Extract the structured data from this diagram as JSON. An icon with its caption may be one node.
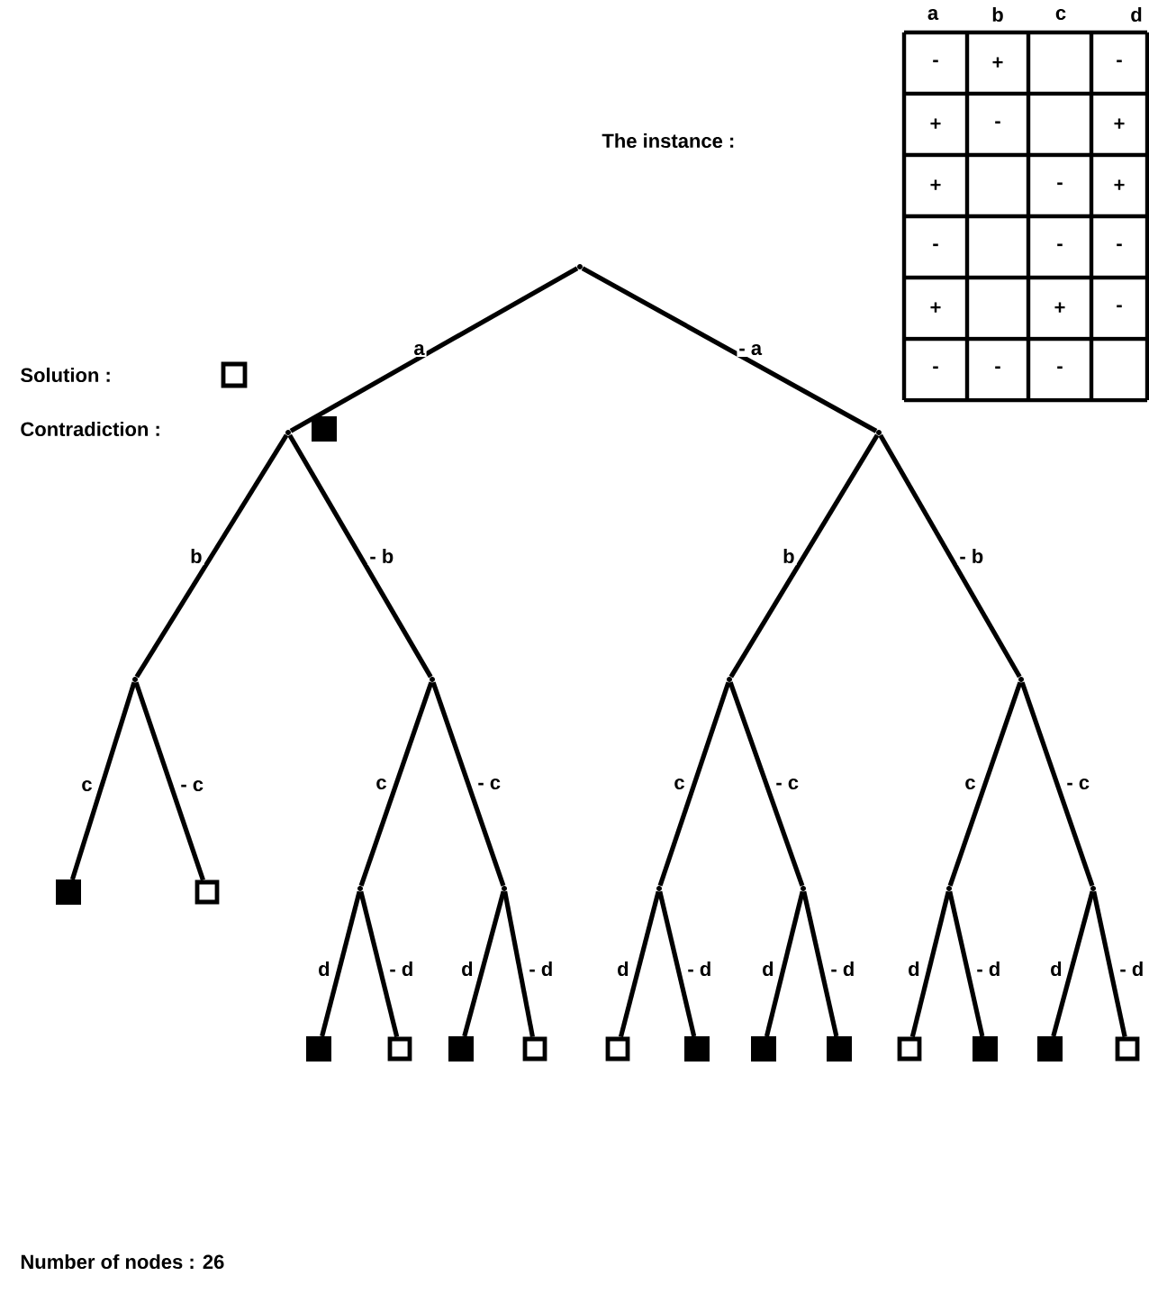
{
  "diagram": {
    "nodes": [
      {
        "text": [],
        "shape": "dot"
      },
      {
        "text": [],
        "shape": "dot"
      },
      {
        "text": [],
        "shape": "dot"
      },
      {
        "text": [],
        "shape": "dot"
      },
      {
        "text": [],
        "shape": "dot"
      },
      {
        "text": [],
        "shape": "dot"
      },
      {
        "text": [],
        "shape": "dot"
      },
      {
        "text": [],
        "shape": "filled-box"
      },
      {
        "text": [],
        "shape": "box"
      },
      {
        "text": [],
        "shape": "dot"
      },
      {
        "text": [],
        "shape": "dot"
      },
      {
        "text": [],
        "shape": "dot"
      },
      {
        "text": [],
        "shape": "dot"
      },
      {
        "text": [],
        "shape": "dot"
      },
      {
        "text": [],
        "shape": "dot"
      },
      {
        "text": [],
        "shape": "filled-box"
      },
      {
        "text": [],
        "shape": "box"
      },
      {
        "text": [],
        "shape": "filled-box"
      },
      {
        "text": [],
        "shape": "box"
      },
      {
        "text": [],
        "shape": "box"
      },
      {
        "text": [],
        "shape": "filled-box"
      },
      {
        "text": [],
        "shape": "filled-box"
      },
      {
        "text": [],
        "shape": "filled-box"
      },
      {
        "text": [],
        "shape": "box"
      },
      {
        "text": [],
        "shape": "filled-box"
      },
      {
        "text": [],
        "shape": "filled-box"
      },
      {
        "text": [],
        "shape": "box"
      }
    ],
    "edges": [
      {
        "from": 0,
        "to": 1,
        "arrow": "none",
        "label": "a"
      },
      {
        "from": 0,
        "to": 2,
        "arrow": "none",
        "label": "- a"
      },
      {
        "from": 1,
        "to": 3,
        "arrow": "none",
        "label": "b"
      },
      {
        "from": 1,
        "to": 4,
        "arrow": "none",
        "label": "- b"
      },
      {
        "from": 2,
        "to": 5,
        "arrow": "none",
        "label": "b"
      },
      {
        "from": 2,
        "to": 6,
        "arrow": "none",
        "label": "- b"
      },
      {
        "from": 3,
        "to": 7,
        "arrow": "none",
        "label": "c"
      },
      {
        "from": 3,
        "to": 8,
        "arrow": "none",
        "label": "- c"
      },
      {
        "from": 4,
        "to": 9,
        "arrow": "none",
        "label": "c"
      },
      {
        "from": 4,
        "to": 10,
        "arrow": "none",
        "label": "- c"
      },
      {
        "from": 5,
        "to": 11,
        "arrow": "none",
        "label": "c"
      },
      {
        "from": 5,
        "to": 12,
        "arrow": "none",
        "label": "- c"
      },
      {
        "from": 6,
        "to": 13,
        "arrow": "none",
        "label": "c"
      },
      {
        "from": 6,
        "to": 14,
        "arrow": "none",
        "label": "- c"
      },
      {
        "from": 9,
        "to": 15,
        "arrow": "none",
        "label": "d"
      },
      {
        "from": 9,
        "to": 16,
        "arrow": "none",
        "label": "- d"
      },
      {
        "from": 10,
        "to": 17,
        "arrow": "none",
        "label": "d"
      },
      {
        "from": 10,
        "to": 18,
        "arrow": "none",
        "label": "- d"
      },
      {
        "from": 11,
        "to": 19,
        "arrow": "none",
        "label": "d"
      },
      {
        "from": 11,
        "to": 20,
        "arrow": "none",
        "label": "- d"
      },
      {
        "from": 12,
        "to": 21,
        "arrow": "none",
        "label": "d"
      },
      {
        "from": 12,
        "to": 22,
        "arrow": "none",
        "label": "- d"
      },
      {
        "from": 13,
        "to": 23,
        "arrow": "none",
        "label": "d"
      },
      {
        "from": 13,
        "to": 24,
        "arrow": "none",
        "label": "- d"
      },
      {
        "from": 14,
        "to": 25,
        "arrow": "none",
        "label": "d"
      },
      {
        "from": 14,
        "to": 26,
        "arrow": "none",
        "label": "- d"
      }
    ],
    "labels": [
      "The instance :",
      "a",
      "b",
      "c",
      "d",
      "-",
      "+",
      "-",
      "+",
      "-",
      "+",
      "+",
      "-",
      "+",
      "-",
      "-",
      "-",
      "+",
      "+",
      "-",
      "-",
      "-",
      "-",
      "Number of nodes : 26"
    ],
    "legend": [
      {
        "text": "Solution :"
      },
      {
        "text": "Contradiction :",
        "color": "#000000"
      }
    ]
  }
}
